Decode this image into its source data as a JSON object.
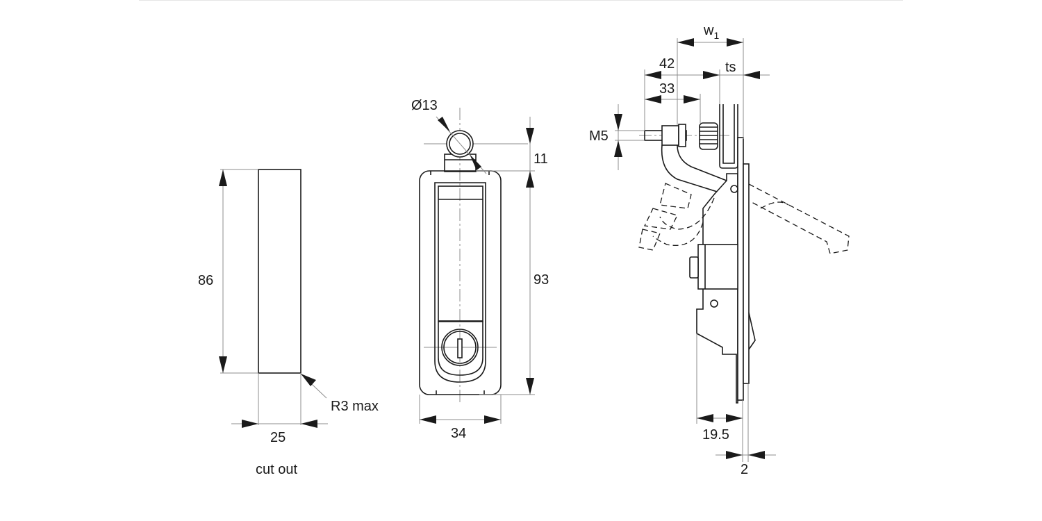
{
  "title": "Compression latch technical drawing",
  "colors": {
    "line": "#1a1a1a",
    "dimension_line": "#8c8c8c",
    "background": "#ffffff",
    "top_rule": "#e6e6e6"
  },
  "cutout_view": {
    "caption": "cut out",
    "height_label": "86",
    "width_label": "25",
    "radius_label": "R3 max"
  },
  "front_view": {
    "diameter_label": "Ø13",
    "offset_label": "11",
    "height_label": "93",
    "width_label": "34"
  },
  "side_view": {
    "w1_label": "w",
    "w1_subscript": "1",
    "dim_42_label": "42",
    "ts_label": "ts",
    "dim_33_label": "33",
    "thread_label": "M5",
    "depth_label": "19.5",
    "plate_label": "2"
  }
}
